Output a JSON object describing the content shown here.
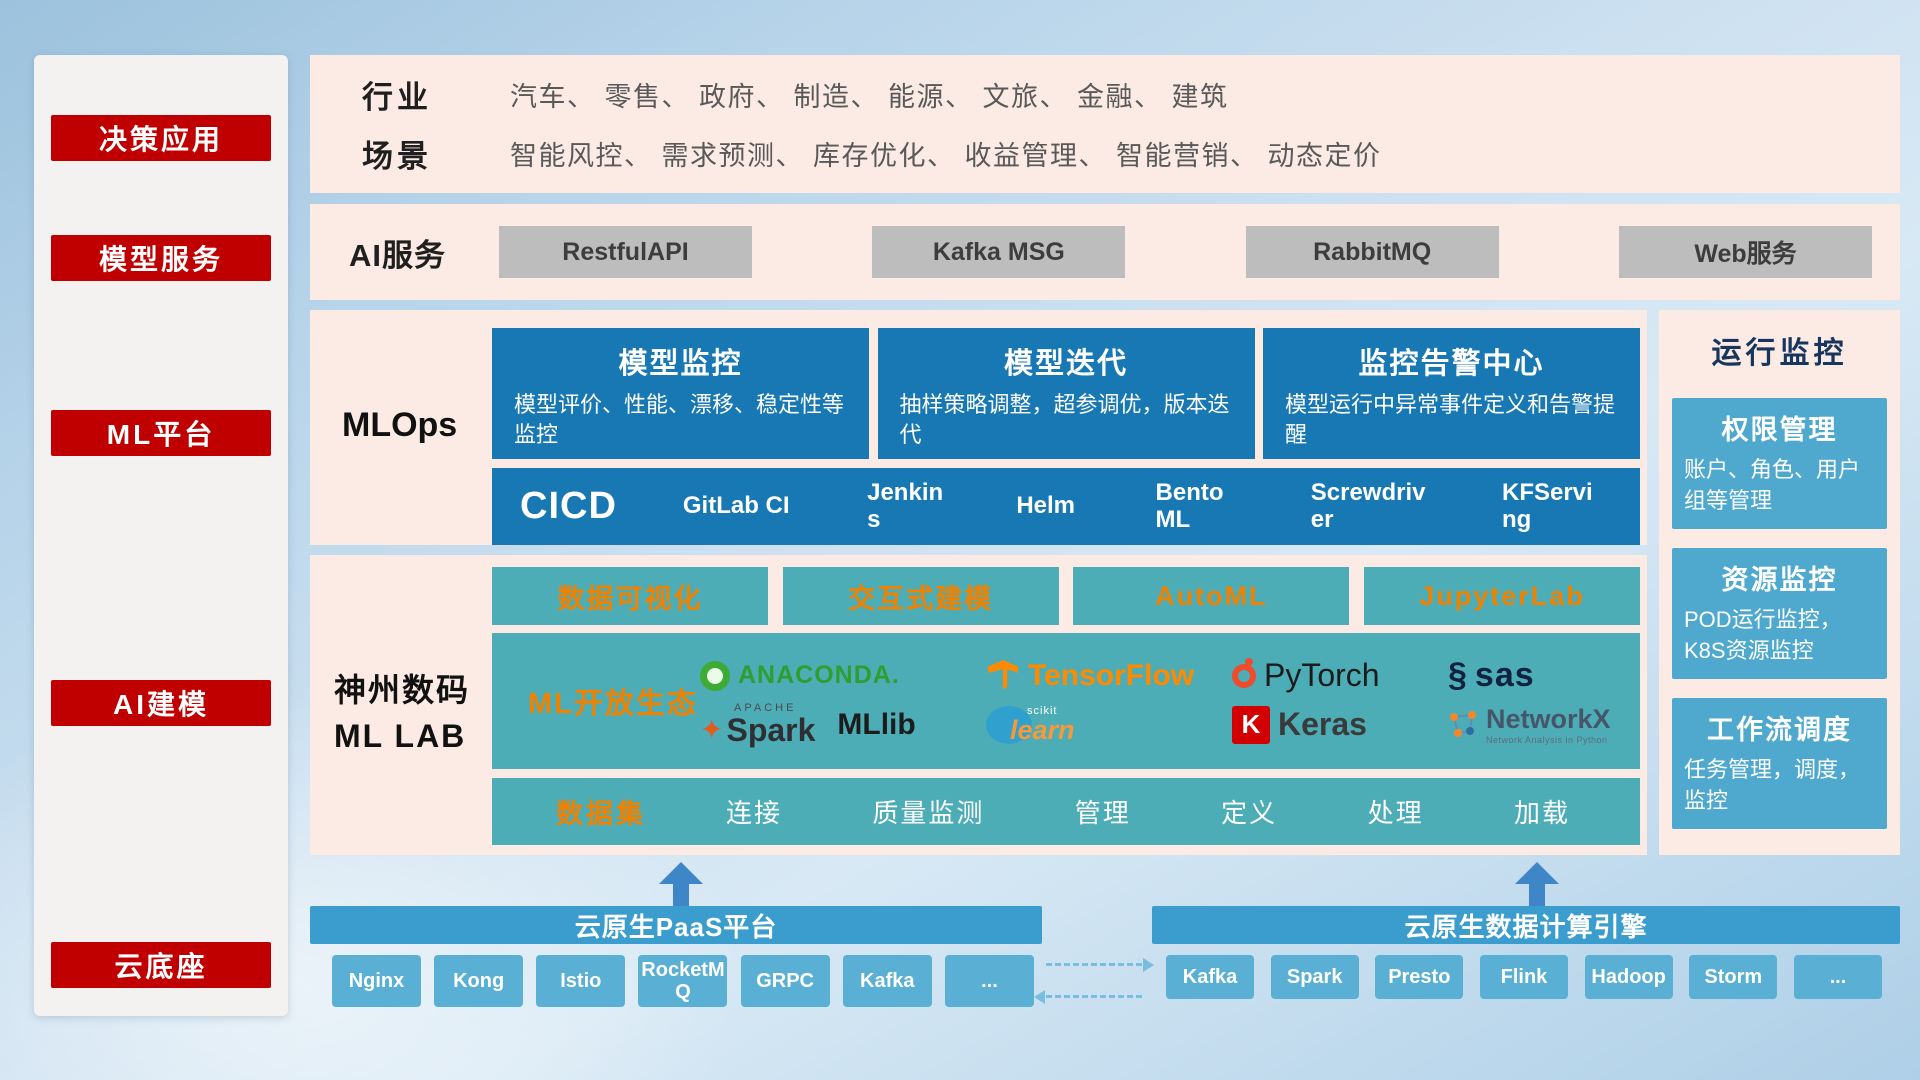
{
  "sidebar": {
    "items": [
      {
        "label": "决策应用"
      },
      {
        "label": "模型服务"
      },
      {
        "label": "ML平台"
      },
      {
        "label": "AI建模"
      },
      {
        "label": "云底座"
      }
    ]
  },
  "industry": {
    "row1_label": "行业",
    "row1_text": "汽车、 零售、 政府、 制造、 能源、 文旅、 金融、 建筑",
    "row2_label": "场景",
    "row2_text": "智能风控、 需求预测、 库存优化、 收益管理、 智能营销、 动态定价"
  },
  "ai_service": {
    "label": "AI服务",
    "services": [
      "RestfulAPI",
      "Kafka MSG",
      "RabbitMQ",
      "Web服务"
    ]
  },
  "mlops": {
    "label": "MLOps",
    "cards": [
      {
        "title": "模型监控",
        "desc": "模型评价、性能、漂移、稳定性等监控"
      },
      {
        "title": "模型迭代",
        "desc": "抽样策略调整，超参调优，版本迭代"
      },
      {
        "title": "监控告警中心",
        "desc": "模型运行中异常事件定义和告警提醒"
      }
    ],
    "cicd_title": "CICD",
    "cicd_tools": [
      "GitLab CI",
      "Jenkins",
      "Helm",
      "BentoML",
      "Screwdriver",
      "KFServing"
    ]
  },
  "mllab": {
    "label_line1": "神州数码",
    "label_line2": "ML LAB",
    "top_tools": [
      "数据可视化",
      "交互式建模",
      "AutoML",
      "JupyterLab"
    ],
    "eco_label": "ML开放生态",
    "logos": {
      "anaconda": "ANACONDA.",
      "tensorflow": "TensorFlow",
      "pytorch": "PyTorch",
      "sas": "sas",
      "spark_super": "APACHE",
      "spark": "Spark",
      "mllib": "MLlib",
      "scikit_super": "scikit",
      "scikit": "learn",
      "keras_icon": "K",
      "keras": "Keras",
      "networkx": "NetworkX",
      "networkx_sub": "Network Analysis in Python"
    },
    "dataset_label": "数据集",
    "dataset_items": [
      "连接",
      "质量监测",
      "管理",
      "定义",
      "处理",
      "加载"
    ]
  },
  "monitor": {
    "title": "运行监控",
    "cards": [
      {
        "title": "权限管理",
        "desc": "账户、角色、用户组等管理"
      },
      {
        "title": "资源监控",
        "desc": "POD运行监控，K8S资源监控"
      },
      {
        "title": "工作流调度",
        "desc": "任务管理，调度，监控"
      }
    ]
  },
  "foundation": {
    "paas_title": "云原生PaaS平台",
    "paas_items": [
      "Nginx",
      "Kong",
      "Istio",
      "RocketMQ",
      "GRPC",
      "Kafka",
      "..."
    ],
    "engine_title": "云原生数据计算引擎",
    "engine_items": [
      "Kafka",
      "Spark",
      "Presto",
      "Flink",
      "Hadoop",
      "Storm",
      "..."
    ]
  },
  "colors": {
    "sidebar_red": "#c00000",
    "panel_pink": "#fcebe4",
    "card_dark_blue": "#1878b4",
    "teal": "#4dadb7",
    "monitor_card_blue": "#4fa9cf",
    "banner_blue": "#3a9dcd",
    "chip_blue": "#59b0d4",
    "accent_orange": "#ef8200",
    "arrow_blue": "#3f86c8",
    "service_chip_gray": "#bdbdbd"
  }
}
